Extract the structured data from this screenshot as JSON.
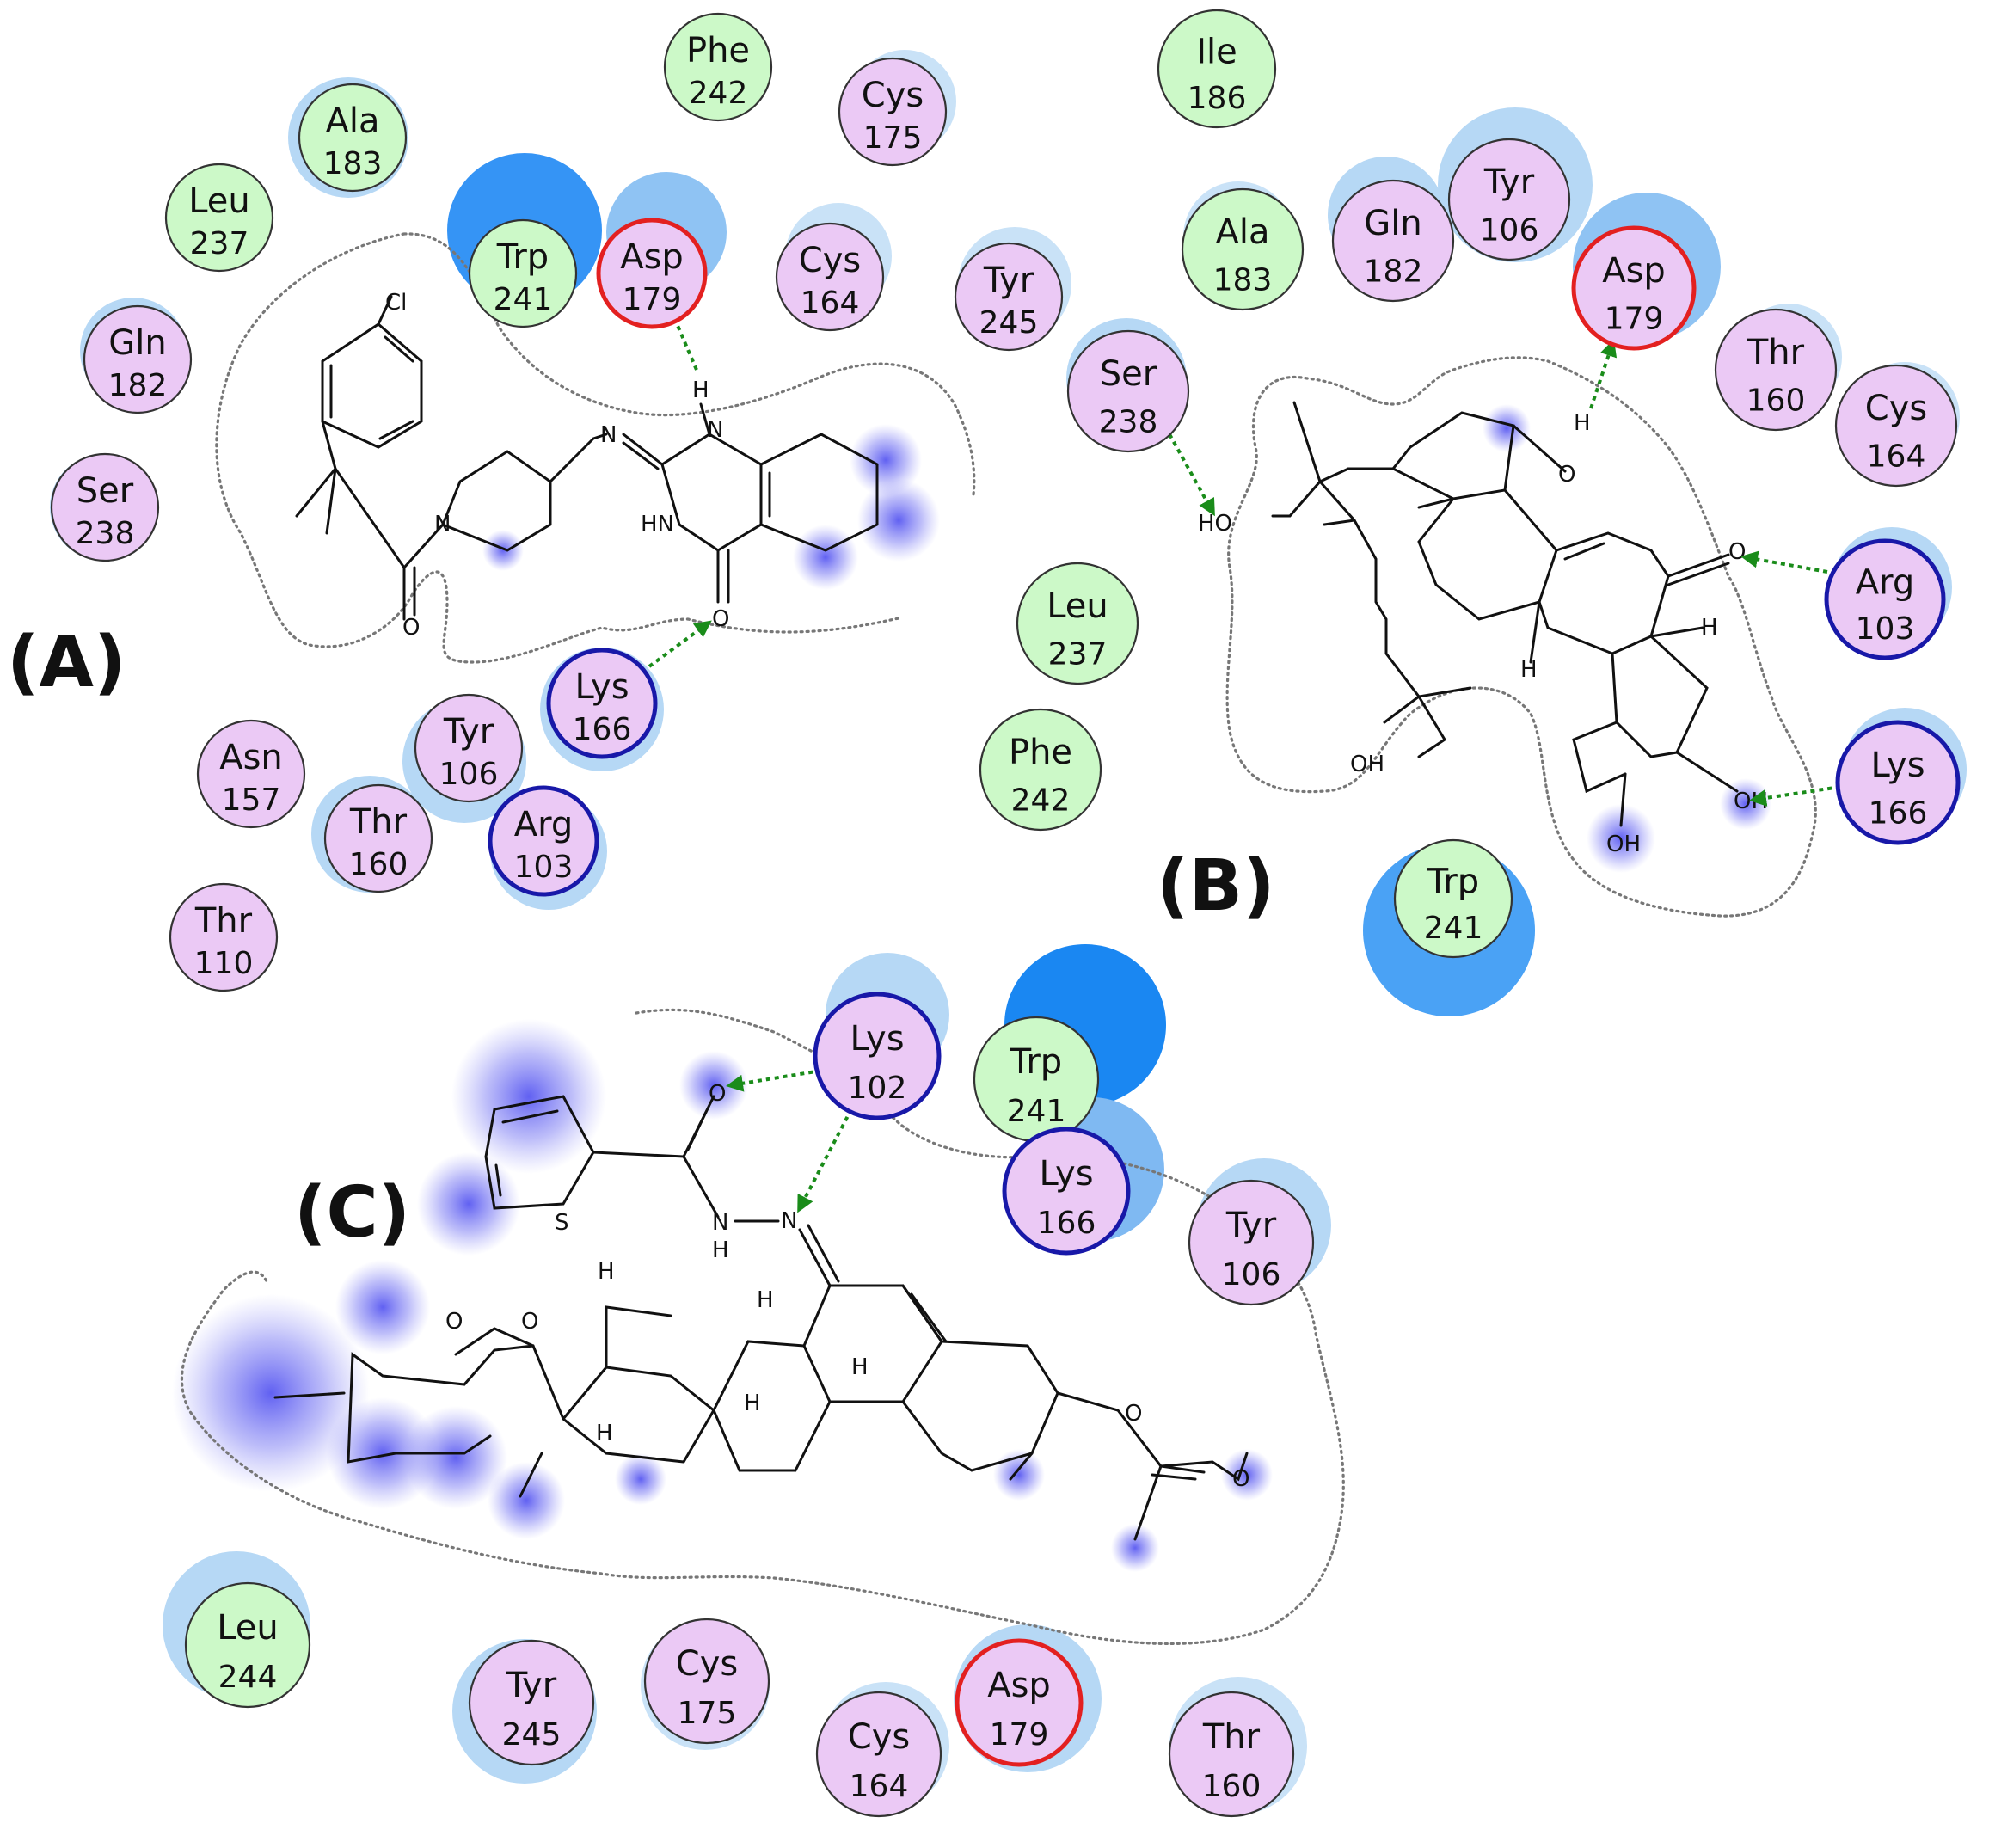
{
  "panels": [
    {
      "label": "(A)",
      "residues": [
        {
          "name": "Phe",
          "num": "242",
          "kind": "hydrophobic",
          "ring": "normal"
        },
        {
          "name": "Cys",
          "num": "175",
          "kind": "polar",
          "ring": "normal"
        },
        {
          "name": "Ala",
          "num": "183",
          "kind": "hydrophobic",
          "ring": "normal"
        },
        {
          "name": "Leu",
          "num": "237",
          "kind": "hydrophobic",
          "ring": "normal"
        },
        {
          "name": "Trp",
          "num": "241",
          "kind": "hydrophobic",
          "ring": "normal"
        },
        {
          "name": "Asp",
          "num": "179",
          "kind": "polar",
          "ring": "acidic"
        },
        {
          "name": "Cys",
          "num": "164",
          "kind": "polar",
          "ring": "normal"
        },
        {
          "name": "Tyr",
          "num": "245",
          "kind": "polar",
          "ring": "normal"
        },
        {
          "name": "Gln",
          "num": "182",
          "kind": "polar",
          "ring": "normal"
        },
        {
          "name": "Ser",
          "num": "238",
          "kind": "polar",
          "ring": "normal"
        },
        {
          "name": "Lys",
          "num": "166",
          "kind": "polar",
          "ring": "basic"
        },
        {
          "name": "Asn",
          "num": "157",
          "kind": "polar",
          "ring": "normal"
        },
        {
          "name": "Tyr",
          "num": "106",
          "kind": "polar",
          "ring": "normal"
        },
        {
          "name": "Thr",
          "num": "160",
          "kind": "polar",
          "ring": "normal"
        },
        {
          "name": "Arg",
          "num": "103",
          "kind": "polar",
          "ring": "basic"
        },
        {
          "name": "Thr",
          "num": "110",
          "kind": "polar",
          "ring": "normal"
        }
      ],
      "atoms": [
        "Cl",
        "N",
        "N",
        "N",
        "H",
        "HN",
        "O",
        "O"
      ]
    },
    {
      "label": "(B)",
      "residues": [
        {
          "name": "Ile",
          "num": "186",
          "kind": "hydrophobic",
          "ring": "normal"
        },
        {
          "name": "Tyr",
          "num": "106",
          "kind": "polar",
          "ring": "normal"
        },
        {
          "name": "Gln",
          "num": "182",
          "kind": "polar",
          "ring": "normal"
        },
        {
          "name": "Ala",
          "num": "183",
          "kind": "hydrophobic",
          "ring": "normal"
        },
        {
          "name": "Asp",
          "num": "179",
          "kind": "polar",
          "ring": "acidic"
        },
        {
          "name": "Ser",
          "num": "238",
          "kind": "polar",
          "ring": "normal"
        },
        {
          "name": "Thr",
          "num": "160",
          "kind": "polar",
          "ring": "normal"
        },
        {
          "name": "Cys",
          "num": "164",
          "kind": "polar",
          "ring": "normal"
        },
        {
          "name": "Arg",
          "num": "103",
          "kind": "polar",
          "ring": "basic"
        },
        {
          "name": "Leu",
          "num": "237",
          "kind": "hydrophobic",
          "ring": "normal"
        },
        {
          "name": "Phe",
          "num": "242",
          "kind": "hydrophobic",
          "ring": "normal"
        },
        {
          "name": "Lys",
          "num": "166",
          "kind": "polar",
          "ring": "basic"
        },
        {
          "name": "Trp",
          "num": "241",
          "kind": "hydrophobic",
          "ring": "normal"
        }
      ],
      "atoms": [
        "HO",
        "O",
        "H",
        "O",
        "H",
        "H",
        "OH",
        "OH",
        "OH"
      ]
    },
    {
      "label": "(C)",
      "residues": [
        {
          "name": "Lys",
          "num": "102",
          "kind": "polar",
          "ring": "basic"
        },
        {
          "name": "Trp",
          "num": "241",
          "kind": "hydrophobic",
          "ring": "normal"
        },
        {
          "name": "Lys",
          "num": "166",
          "kind": "polar",
          "ring": "basic"
        },
        {
          "name": "Tyr",
          "num": "106",
          "kind": "polar",
          "ring": "normal"
        },
        {
          "name": "Leu",
          "num": "244",
          "kind": "hydrophobic",
          "ring": "normal"
        },
        {
          "name": "Tyr",
          "num": "245",
          "kind": "polar",
          "ring": "normal"
        },
        {
          "name": "Cys",
          "num": "175",
          "kind": "polar",
          "ring": "normal"
        },
        {
          "name": "Asp",
          "num": "179",
          "kind": "polar",
          "ring": "acidic"
        },
        {
          "name": "Cys",
          "num": "164",
          "kind": "polar",
          "ring": "normal"
        },
        {
          "name": "Thr",
          "num": "160",
          "kind": "polar",
          "ring": "normal"
        }
      ],
      "atoms": [
        "O",
        "S",
        "N",
        "N",
        "H",
        "O",
        "O",
        "H",
        "H",
        "H",
        "H",
        "H",
        "O",
        "O"
      ]
    }
  ],
  "colors": {
    "hydrophobic_fill": "#ccf9c8",
    "polar_fill": "#ebc9f5",
    "acidic_ring": "#e32020",
    "basic_ring": "#1818a8",
    "exposure_light": "#b6d8f5",
    "exposure_strong": "#2a8ef4",
    "hbond": "#1a8c1a",
    "ligand_exposure": "#5a5af0"
  }
}
